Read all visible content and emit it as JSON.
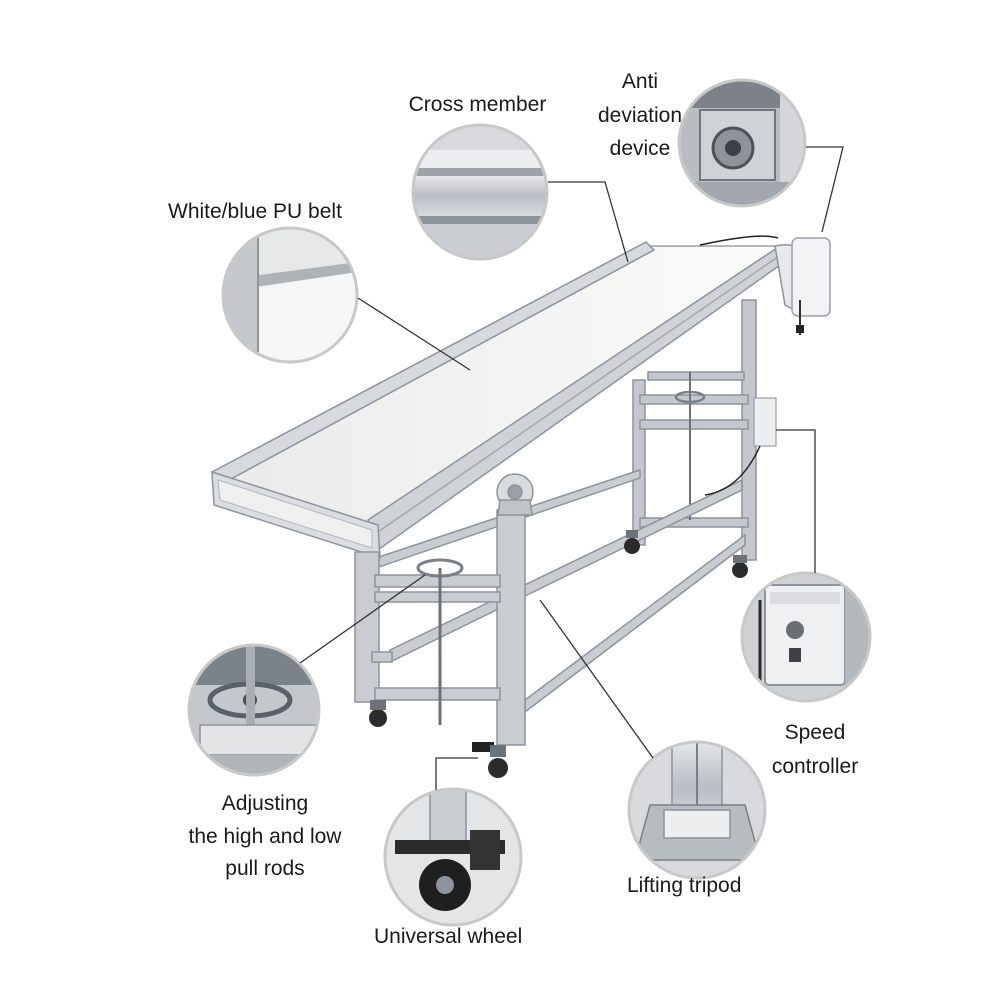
{
  "labels": {
    "cross_member": "Cross member",
    "anti_deviation": "Anti\ndeviation\ndevice",
    "pu_belt": "White/blue PU  belt",
    "speed_controller": "Speed\ncontroller",
    "adjusting_rods": "Adjusting\nthe high and low\npull rods",
    "lifting_tripod": "Lifting tripod",
    "universal_wheel": "Universal wheel"
  },
  "icons": {
    "detail_cross_member": "aluminium-profile-closeup",
    "detail_anti_deviation": "bearing-closeup",
    "detail_pu_belt": "belt-edge-closeup",
    "detail_speed_controller": "speed-controller-box",
    "detail_adjusting_rods": "handwheel-closeup",
    "detail_lifting_tripod": "lifting-leg-closeup",
    "detail_universal_wheel": "caster-wheel-closeup"
  },
  "colors": {
    "frame": "#c9cdd2",
    "frame_dark": "#8e949b",
    "belt": "#f2f3f1",
    "leader_line": "#333333",
    "text": "#1a1a1a"
  }
}
